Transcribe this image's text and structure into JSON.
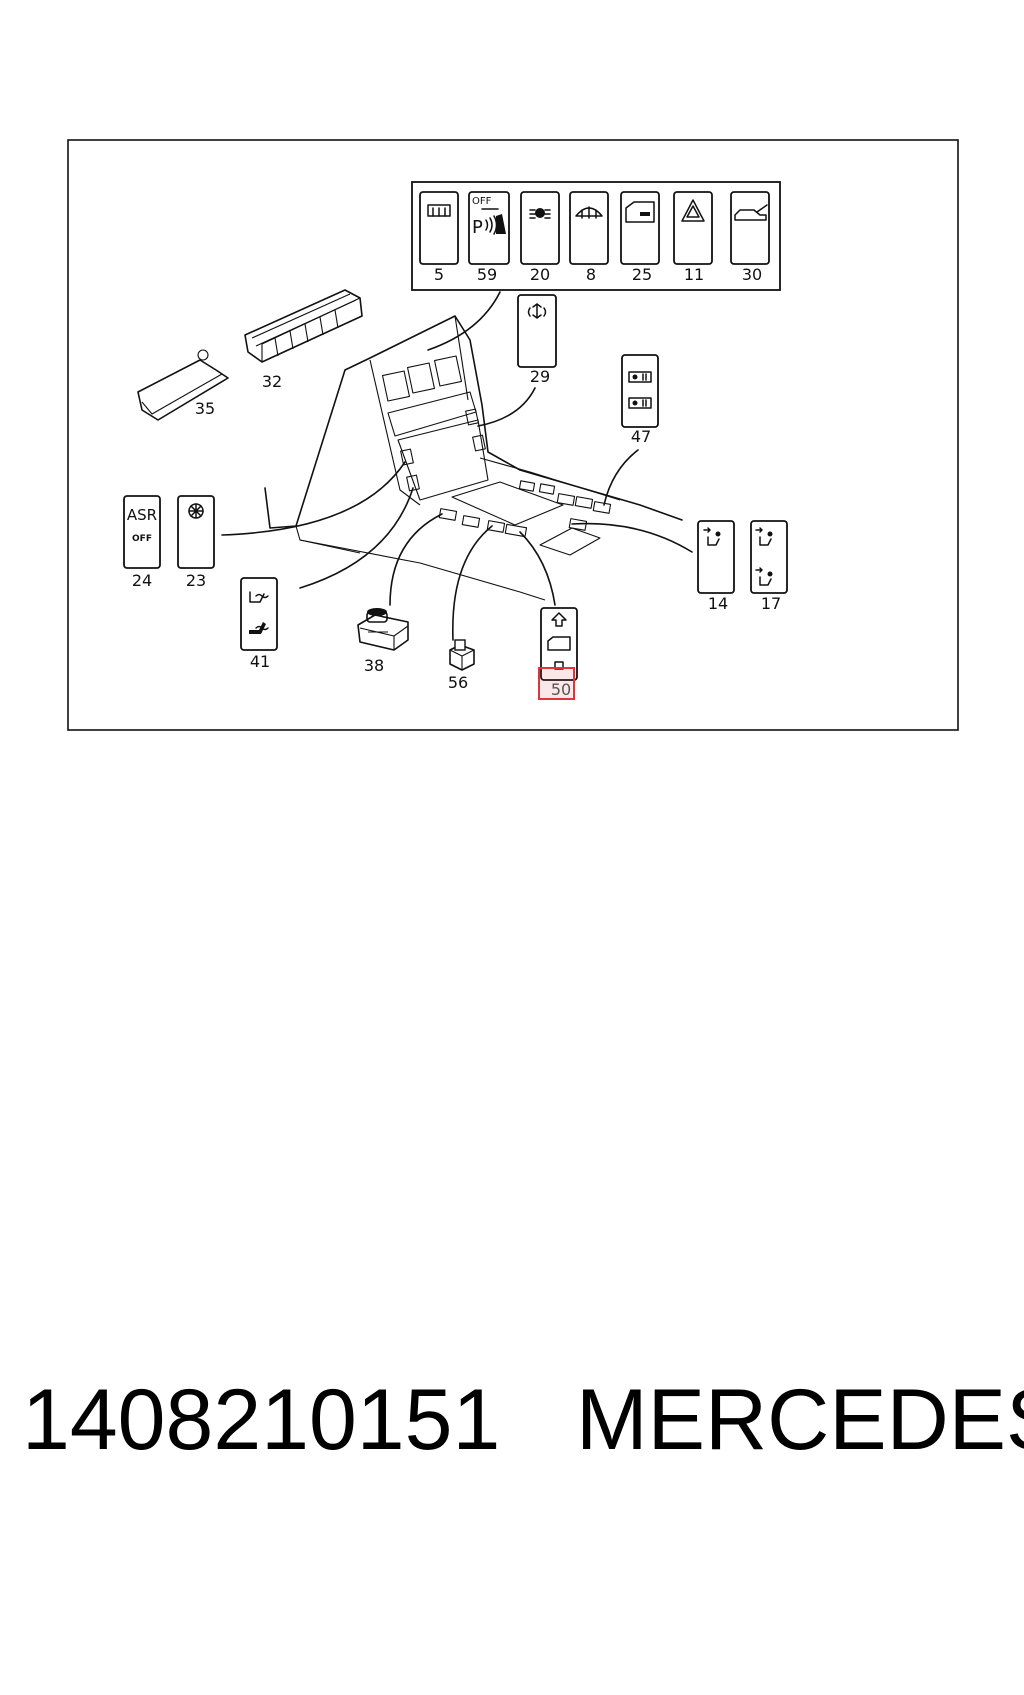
{
  "parts": {
    "p5": "5",
    "p59": "59",
    "p20": "20",
    "p8": "8",
    "p25": "25",
    "p11": "11",
    "p30": "30",
    "p29": "29",
    "p47": "47",
    "p32": "32",
    "p35": "35",
    "p24": "24",
    "p23": "23",
    "p14": "14",
    "p17": "17",
    "p41": "41",
    "p38": "38",
    "p56": "56",
    "p50": "50"
  },
  "switch_text": {
    "off_small": "OFF",
    "park": "P",
    "asr": "ASR",
    "asr_off": "OFF"
  },
  "highlighted_part": "50",
  "colors": {
    "highlight": "#d9363e",
    "line": "#111111"
  },
  "footer": {
    "part_number": "1408210151",
    "brand": "MERCEDES"
  }
}
